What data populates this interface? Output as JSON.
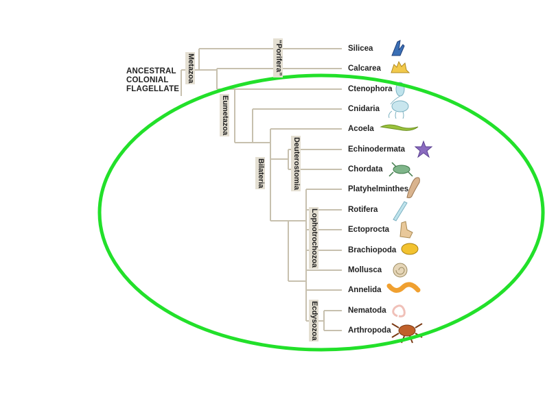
{
  "root_label": [
    "ANCESTRAL",
    "COLONIAL",
    "FLAGELLATE"
  ],
  "clades": {
    "metazoa": "Metazoa",
    "porifera": "“Porifera”",
    "eumetazoa": "Eumetazoa",
    "bilateria": "Bilateria",
    "deuterostomia": "Deuterostomia",
    "lophotrochozoa": "Lophotrochozoa",
    "ecdysozoa": "Ecdysozoa"
  },
  "taxa": [
    {
      "name": "Silicea",
      "icon": "sponge-icon",
      "color": "#3a6fb5"
    },
    {
      "name": "Calcarea",
      "icon": "calcareous-sponge-icon",
      "color": "#f2c94c"
    },
    {
      "name": "Ctenophora",
      "icon": "comb-jelly-icon",
      "color": "#bfe3ec"
    },
    {
      "name": "Cnidaria",
      "icon": "jellyfish-icon",
      "color": "#c9e6ee"
    },
    {
      "name": "Acoela",
      "icon": "acoel-worm-icon",
      "color": "#9ac23c"
    },
    {
      "name": "Echinodermata",
      "icon": "sea-star-icon",
      "color": "#8a6bbf"
    },
    {
      "name": "Chordata",
      "icon": "frog-icon",
      "color": "#7fb58a"
    },
    {
      "name": "Platyhelminthes",
      "icon": "flatworm-icon",
      "color": "#d9b48f"
    },
    {
      "name": "Rotifera",
      "icon": "rotifer-icon",
      "color": "#bfe3ec"
    },
    {
      "name": "Ectoprocta",
      "icon": "bryozoan-icon",
      "color": "#e8c89a"
    },
    {
      "name": "Brachiopoda",
      "icon": "lamp-shell-icon",
      "color": "#f2c230"
    },
    {
      "name": "Mollusca",
      "icon": "snail-icon",
      "color": "#e6d6b8"
    },
    {
      "name": "Annelida",
      "icon": "segmented-worm-icon",
      "color": "#f0a030"
    },
    {
      "name": "Nematoda",
      "icon": "roundworm-icon",
      "color": "#f0c0b8"
    },
    {
      "name": "Arthropoda",
      "icon": "crab-icon",
      "color": "#c0602a"
    }
  ],
  "colors": {
    "branch": "#c7c0ae",
    "highlight_ellipse": "#22e02a"
  }
}
